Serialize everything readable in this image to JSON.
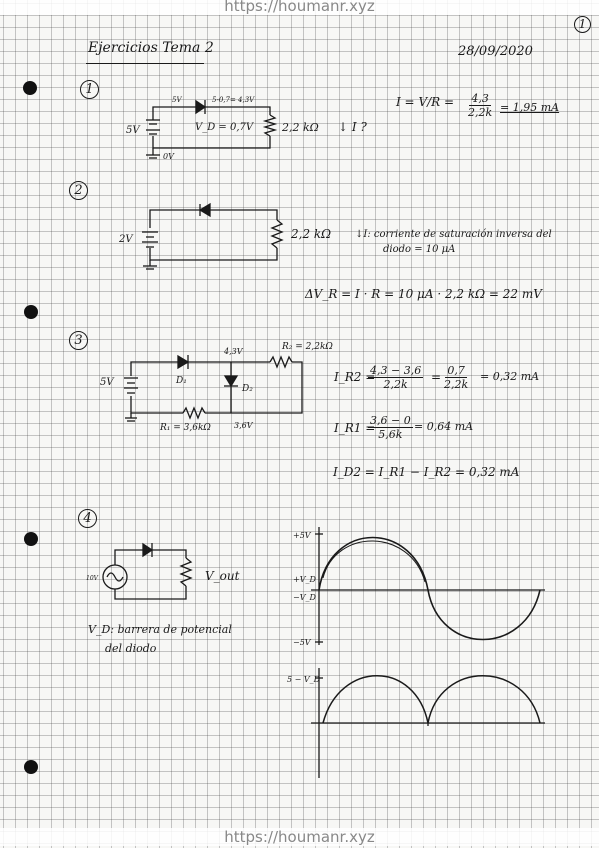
{
  "watermark": {
    "top": "https://houmanr.xyz",
    "bottom": "https://houmanr.xyz"
  },
  "header": {
    "page_number": "1",
    "title": "Ejercicios Tema 2",
    "date": "28/09/2020"
  },
  "exercises": [
    {
      "number": "1",
      "labels": {
        "source": "5V",
        "node_top": "5V",
        "node_mid": "5-0,7= 4,3V",
        "vd": "V_D = 0,7V",
        "resistor": "2,2 kΩ",
        "current": "↓ I ?",
        "ground": "0V"
      },
      "eq": {
        "lhs": "I = ",
        "mid": "V/R",
        "eq2": " = ",
        "num": "4,3",
        "den": "2,2k",
        "res": " = 1,95 mA"
      }
    },
    {
      "number": "2",
      "labels": {
        "source": "2V",
        "resistor": "2,2 kΩ",
        "current_note_line1": "↓I: corriente de saturación inversa del",
        "current_note_line2": "diodo = 10 μA",
        "eq": "ΔV_R = I · R = 10 μA · 2,2 kΩ = 22 mV"
      }
    },
    {
      "number": "3",
      "labels": {
        "source": "5V",
        "node_top": "4,3V",
        "r2": "R₂ = 2,2kΩ",
        "d1": "D₁",
        "d2": "D₂",
        "r1": "R₁ = 3,6kΩ",
        "node_bottom": "3,6V"
      },
      "eq1": {
        "lhs": "I_R2 = ",
        "num": "4,3 − 3,6",
        "den": "2,2k",
        "mid_num": "0,7",
        "mid_den": "2,2k",
        "res": " = 0,32 mA"
      },
      "eq2": {
        "lhs": "I_R1 = ",
        "num": "3,6 − 0",
        "den": "5,6k",
        "res": " = 0,64 mA"
      },
      "eq3": "I_D2 = I_R1 − I_R2 = 0,32 mA"
    },
    {
      "number": "4",
      "labels": {
        "source": "10V",
        "vout": "V_out",
        "note_line1": "V_D: barrera de potencial",
        "note_line2": "del diodo"
      },
      "graph1": {
        "top": "+5V",
        "vd_pos": "+V_D",
        "vd_neg": "−V_D",
        "bottom": "−5V"
      },
      "graph2": {
        "top": "5 − V_D"
      }
    }
  ]
}
